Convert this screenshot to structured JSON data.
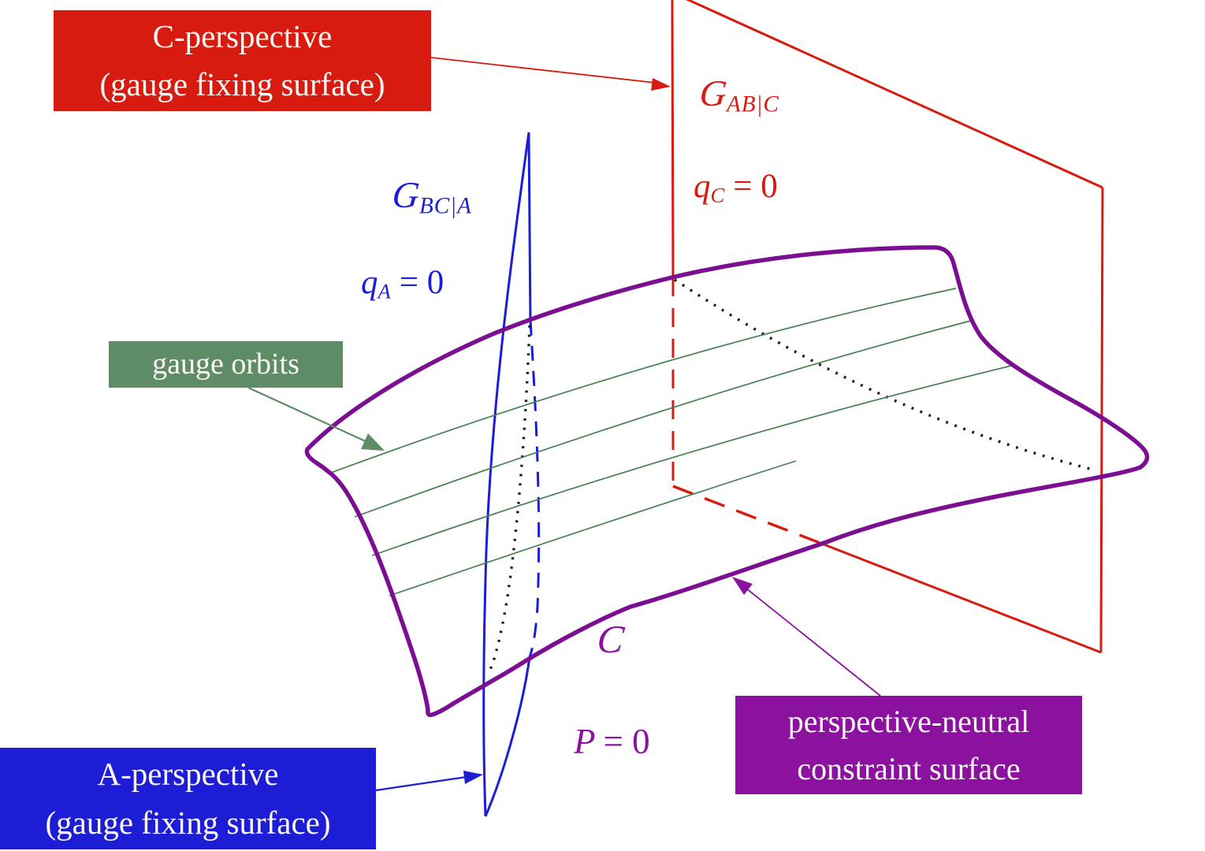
{
  "colors": {
    "background": "#ffffff",
    "red": "#d81b10",
    "blue": "#1d1dd6",
    "green_box": "#5d8c66",
    "green_line": "#45804f",
    "purple": "#8a129e",
    "purple_deep": "#7c0e91",
    "ink": "#1a1a1a",
    "text_light": "#fbf7f2"
  },
  "boxes": {
    "c_perspective": {
      "line1": "C-perspective",
      "line2": "(gauge fixing surface)"
    },
    "a_perspective": {
      "line1": "A-perspective",
      "line2": "(gauge fixing surface)"
    },
    "gauge_orbits": {
      "label": "gauge orbits"
    },
    "perspective_neutral": {
      "line1": "perspective-neutral",
      "line2": "constraint surface"
    }
  },
  "math": {
    "g_ab_c": {
      "main": "G",
      "sub": "AB|C"
    },
    "q_c": {
      "main": "q",
      "sub": "C",
      "rest": "= 0"
    },
    "g_bc_a": {
      "main": "G",
      "sub": "BC|A"
    },
    "q_a": {
      "main": "q",
      "sub": "A",
      "rest": "= 0"
    },
    "constraint_surface": {
      "main": "C"
    },
    "momentum_constraint": {
      "main": "P",
      "rest": "= 0"
    }
  }
}
